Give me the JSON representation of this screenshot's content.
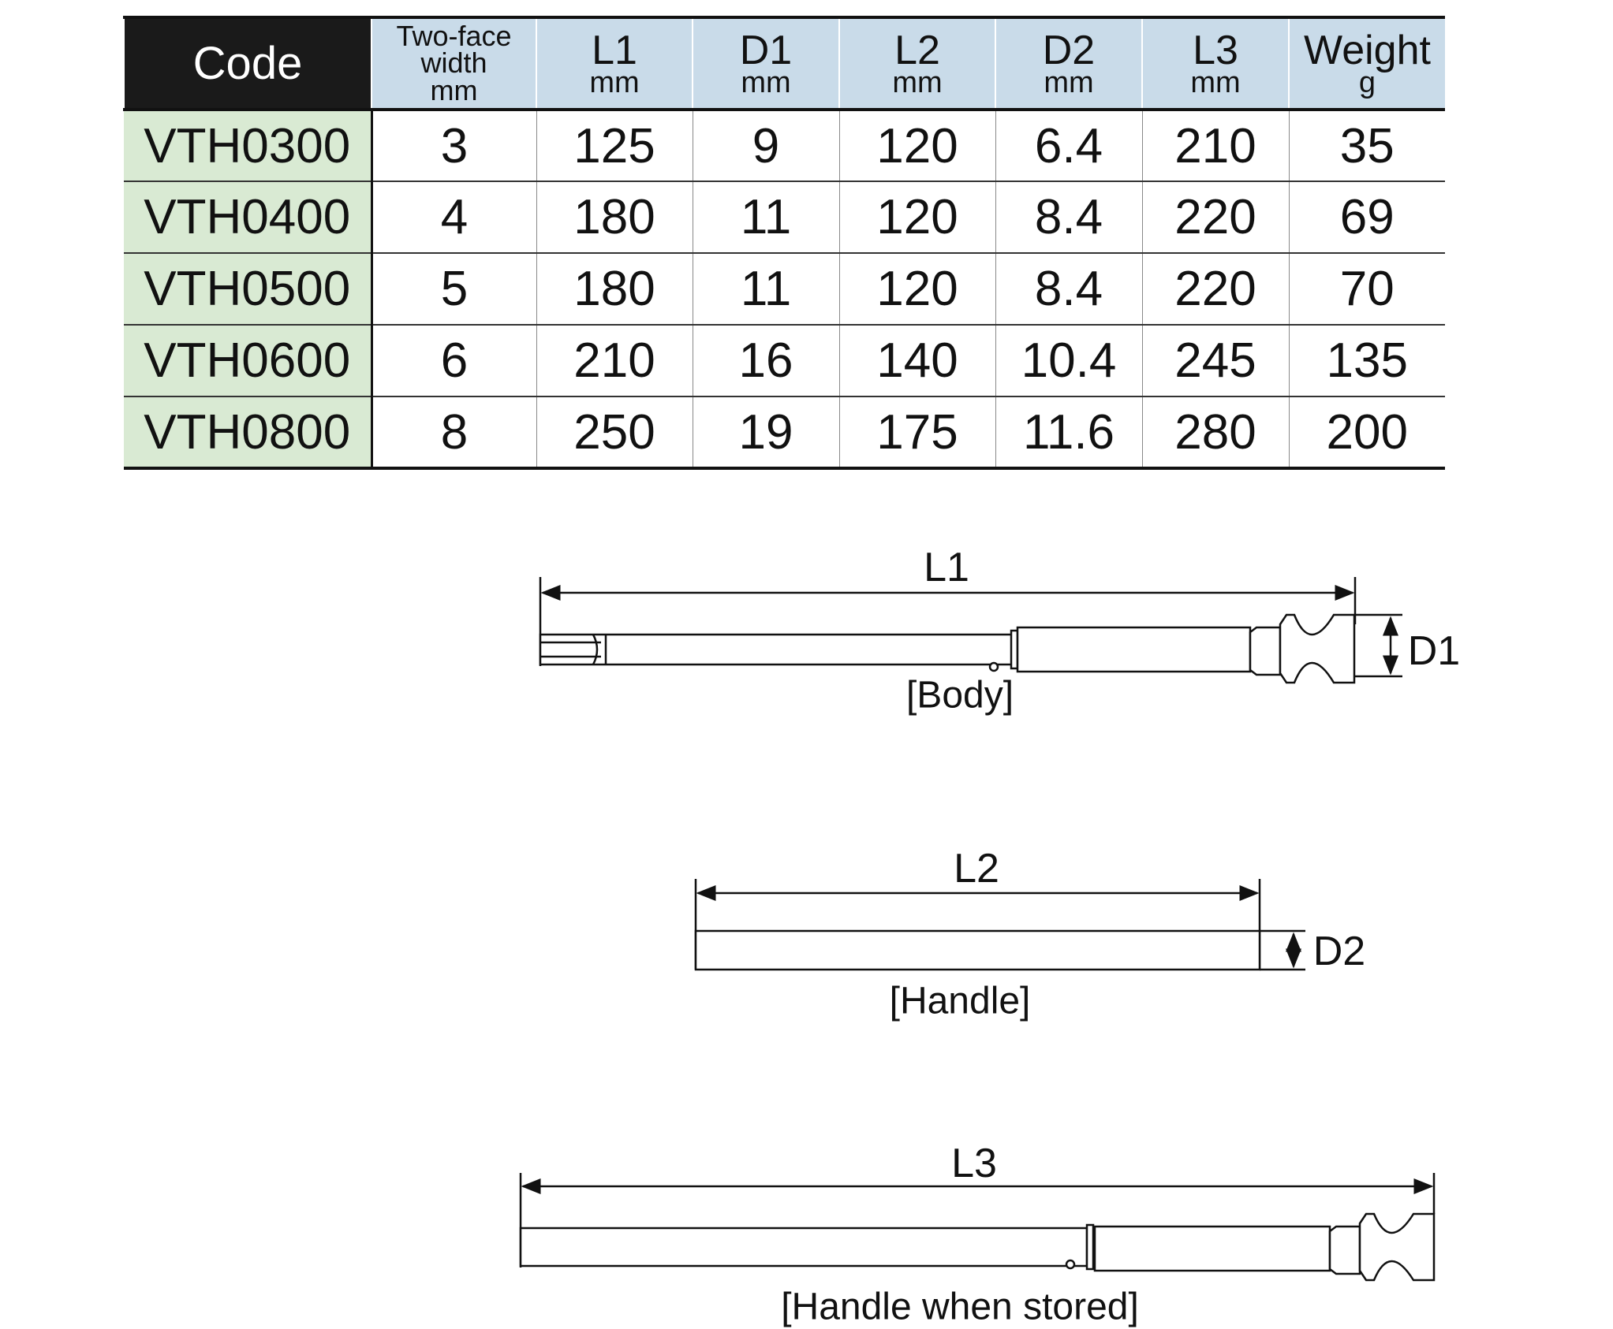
{
  "table": {
    "headers": [
      {
        "main": "Code",
        "sub": ""
      },
      {
        "main": "Two-face width",
        "sub": "mm"
      },
      {
        "main": "L1",
        "sub": "mm"
      },
      {
        "main": "D1",
        "sub": "mm"
      },
      {
        "main": "L2",
        "sub": "mm"
      },
      {
        "main": "D2",
        "sub": "mm"
      },
      {
        "main": "L3",
        "sub": "mm"
      },
      {
        "main": "Weight",
        "sub": "g"
      }
    ],
    "two_face_lines": [
      "Two-face",
      "width",
      "mm"
    ],
    "rows": [
      [
        "VTH0300",
        "3",
        "125",
        "9",
        "120",
        "6.4",
        "210",
        "35"
      ],
      [
        "VTH0400",
        "4",
        "180",
        "11",
        "120",
        "8.4",
        "220",
        "69"
      ],
      [
        "VTH0500",
        "5",
        "180",
        "11",
        "120",
        "8.4",
        "220",
        "70"
      ],
      [
        "VTH0600",
        "6",
        "210",
        "16",
        "140",
        "10.4",
        "245",
        "135"
      ],
      [
        "VTH0800",
        "8",
        "250",
        "19",
        "175",
        "11.6",
        "280",
        "200"
      ]
    ]
  },
  "diagrams": {
    "body": {
      "length_label": "L1",
      "diameter_label": "D1",
      "caption": "[Body]"
    },
    "handle": {
      "length_label": "L2",
      "diameter_label": "D2",
      "caption": "[Handle]"
    },
    "stored": {
      "length_label": "L3",
      "caption": "[Handle when stored]"
    }
  },
  "colors": {
    "header_dark": "#1a1a1a",
    "header_blue": "#c9dbe9",
    "code_green": "#d9ead3"
  }
}
